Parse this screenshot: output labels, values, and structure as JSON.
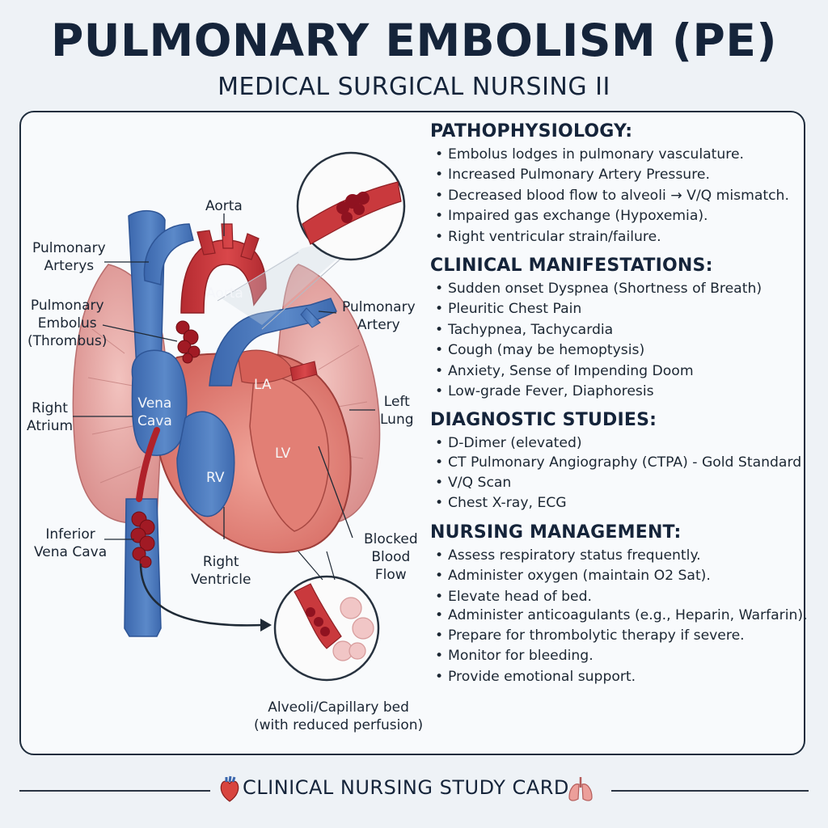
{
  "header": {
    "title": "PULMONARY EMBOLISM (PE)",
    "subtitle": "MEDICAL SURGICAL NURSING II"
  },
  "diagram": {
    "labels": {
      "aorta_top": "Aorta",
      "pulmonary_arterys": [
        "Pulmonary",
        "Arterys"
      ],
      "aorta_inner": "Aorta",
      "pulmonary_embolus": [
        "Pulmonary",
        "Embolus",
        "(Thrombus)"
      ],
      "pulmonary_artery": [
        "Pulmonary",
        "Artery"
      ],
      "right_atrium": [
        "Right",
        "Atrium"
      ],
      "vena_cava": [
        "Vena",
        "Cava"
      ],
      "la": "LA",
      "lv": "LV",
      "rv": "RV",
      "left_lung": [
        "Left",
        "Lung"
      ],
      "inferior_vena_cava": [
        "Inferior",
        "Vena Cava"
      ],
      "right_ventricle": [
        "Right",
        "Ventricle"
      ],
      "blocked_blood_flow": [
        "Blocked",
        "Blood",
        "Flow"
      ],
      "alveoli": [
        "Alveoli/Capillary bed",
        "(with reduced perfusion)"
      ]
    },
    "colors": {
      "artery_red": "#c6363a",
      "vein_blue": "#4a78bd",
      "lung_pink": "#e9a9a6",
      "clot_red": "#a11a24"
    }
  },
  "sections": [
    {
      "heading": "PATHOPHYSIOLOGY:",
      "items": [
        "Embolus lodges in pulmonary vasculature.",
        "Increased Pulmonary Artery Pressure.",
        "Decreased blood flow to alveoli → V/Q mismatch.",
        "Impaired gas exchange (Hypoxemia).",
        "Right ventricular strain/failure."
      ]
    },
    {
      "heading": "CLINICAL MANIFESTATIONS:",
      "items": [
        "Sudden onset Dyspnea (Shortness of Breath)",
        "Pleuritic Chest Pain",
        "Tachypnea, Tachycardia",
        "Cough (may be hemoptysis)",
        "Anxiety, Sense of Impending Doom",
        "Low-grade Fever, Diaphoresis"
      ]
    },
    {
      "heading": "DIAGNOSTIC STUDIES:",
      "items": [
        "D-Dimer (elevated)",
        "CT Pulmonary Angiography (CTPA) - Gold Standard",
        "V/Q Scan",
        "Chest X-ray, ECG"
      ]
    },
    {
      "heading": "NURSING MANAGEMENT:",
      "items": [
        "Assess respiratory status frequently.",
        "Administer oxygen (maintain O2 Sat).",
        "Elevate head of bed.",
        "Administer anticoagulants (e.g., Heparin, Warfarin).",
        "Prepare for thrombolytic therapy if severe.",
        "Monitor for bleeding.",
        "Provide emotional support."
      ]
    }
  ],
  "footer": {
    "label": "CLINICAL NURSING STUDY CARD",
    "left_icon": "heart-icon",
    "right_icon": "lungs-icon"
  }
}
